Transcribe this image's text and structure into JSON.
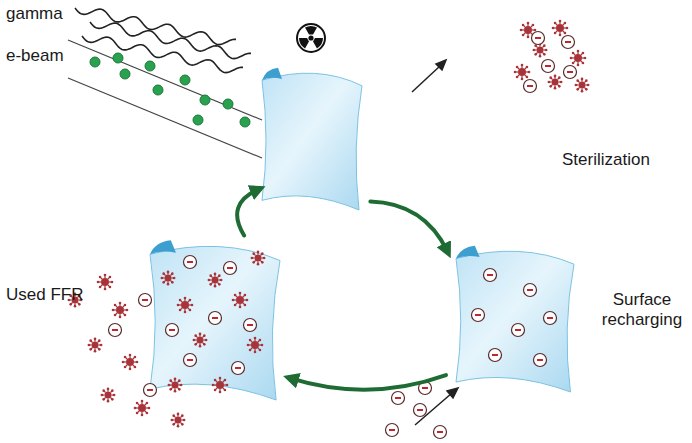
{
  "diagram": {
    "nodes": [
      {
        "text": [
          "Sterilization"
        ]
      },
      {
        "text": [
          "Surface recharging"
        ]
      },
      {
        "text": [
          "Used FFR"
        ]
      }
    ],
    "edges": [
      {
        "from": 0,
        "to": 1,
        "arrow": "to"
      },
      {
        "from": 1,
        "to": 2,
        "arrow": "to"
      },
      {
        "from": 2,
        "to": 0,
        "arrow": "to"
      }
    ],
    "labels": [
      "gamma",
      "e-beam"
    ]
  }
}
